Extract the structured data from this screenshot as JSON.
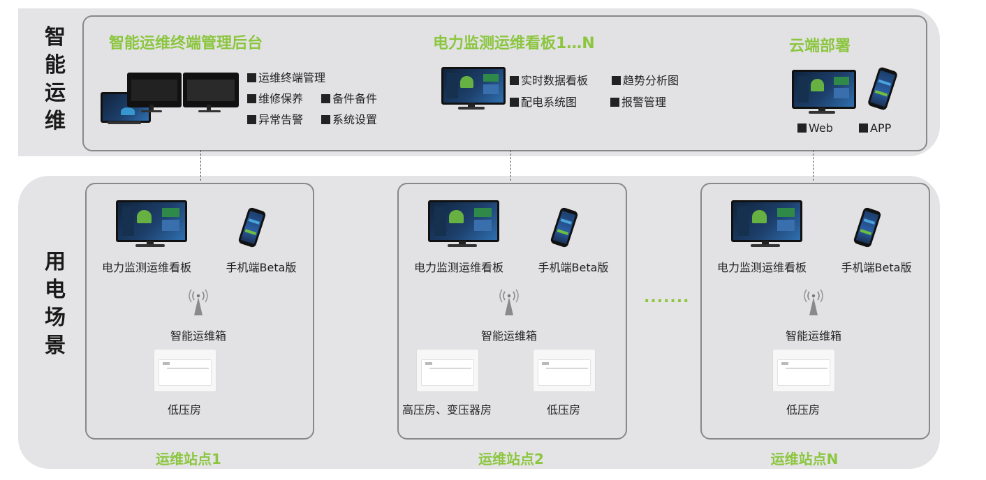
{
  "sections": {
    "top_label": "智能运维",
    "bottom_label": "用电场景"
  },
  "top": {
    "backend": {
      "title": "智能运维终端管理后台",
      "features": [
        "运维终端管理",
        "维修保养",
        "备件备件",
        "异常告警",
        "系统设置"
      ]
    },
    "dashboard": {
      "title": "电力监测运维看板1…N",
      "features": [
        "实时数据看板",
        "趋势分析图",
        "配电系统图",
        "报警管理"
      ]
    },
    "cloud": {
      "title": "云端部署",
      "features": [
        "Web",
        "APP"
      ]
    }
  },
  "sites": [
    {
      "name": "运维站点1",
      "monitor_caption": "电力监测运维看板",
      "phone_caption": "手机端Beta版",
      "box_caption": "智能运维箱",
      "rooms": [
        "低压房"
      ]
    },
    {
      "name": "运维站点2",
      "monitor_caption": "电力监测运维看板",
      "phone_caption": "手机端Beta版",
      "box_caption": "智能运维箱",
      "rooms": [
        "高压房、变压器房",
        "低压房"
      ]
    },
    {
      "name": "运维站点N",
      "monitor_caption": "电力监测运维看板",
      "phone_caption": "手机端Beta版",
      "box_caption": "智能运维箱",
      "rooms": [
        "低压房"
      ]
    }
  ],
  "ellipsis": ".......",
  "colors": {
    "accent": "#8cc63f",
    "band": "#e4e4e7",
    "border": "#888888"
  }
}
